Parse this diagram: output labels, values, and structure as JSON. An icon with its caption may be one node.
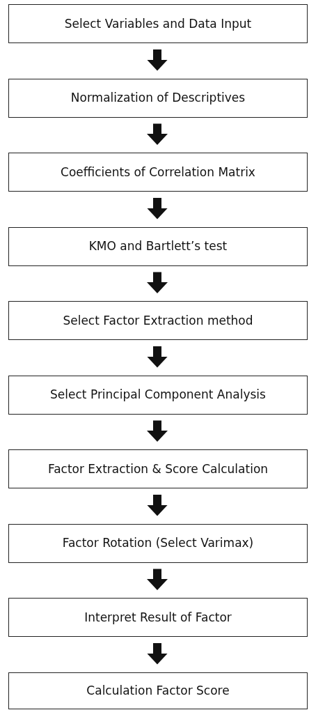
{
  "diagram": {
    "nodes": [
      {
        "text": [
          "Select Variables and Data Input"
        ]
      },
      {
        "text": [
          "Normalization of Descriptives"
        ]
      },
      {
        "text": [
          "Coefficients of Correlation Matrix"
        ]
      },
      {
        "text": [
          "KMO and Bartlett’s test"
        ]
      },
      {
        "text": [
          "Select Factor Extraction method"
        ]
      },
      {
        "text": [
          "Select Principal Component Analysis"
        ]
      },
      {
        "text": [
          "Factor Extraction & Score Calculation"
        ]
      },
      {
        "text": [
          "Factor Rotation (Select Varimax)"
        ]
      },
      {
        "text": [
          "Interpret Result of Factor"
        ]
      },
      {
        "text": [
          "Calculation Factor Score"
        ]
      }
    ],
    "edges": [
      {
        "from": 0,
        "to": 1,
        "arrow": "to"
      },
      {
        "from": 1,
        "to": 2,
        "arrow": "to"
      },
      {
        "from": 2,
        "to": 3,
        "arrow": "to"
      },
      {
        "from": 3,
        "to": 4,
        "arrow": "to"
      },
      {
        "from": 4,
        "to": 5,
        "arrow": "to"
      },
      {
        "from": 5,
        "to": 6,
        "arrow": "to"
      },
      {
        "from": 6,
        "to": 7,
        "arrow": "to"
      },
      {
        "from": 7,
        "to": 8,
        "arrow": "to"
      },
      {
        "from": 8,
        "to": 9,
        "arrow": "to"
      }
    ]
  }
}
